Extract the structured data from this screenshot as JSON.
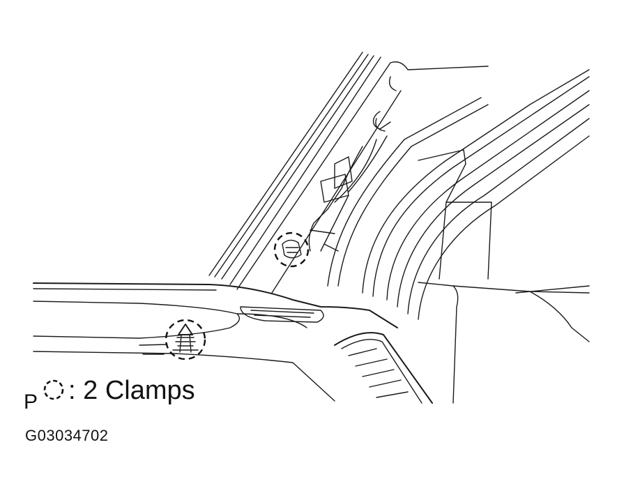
{
  "legend": {
    "prefix": "P",
    "icon": "dashed-circle-icon",
    "label": ": 2 Clamps"
  },
  "figure_id": "G03034702",
  "clamps": [
    {
      "name": "upper-clamp"
    },
    {
      "name": "lower-clamp"
    }
  ]
}
